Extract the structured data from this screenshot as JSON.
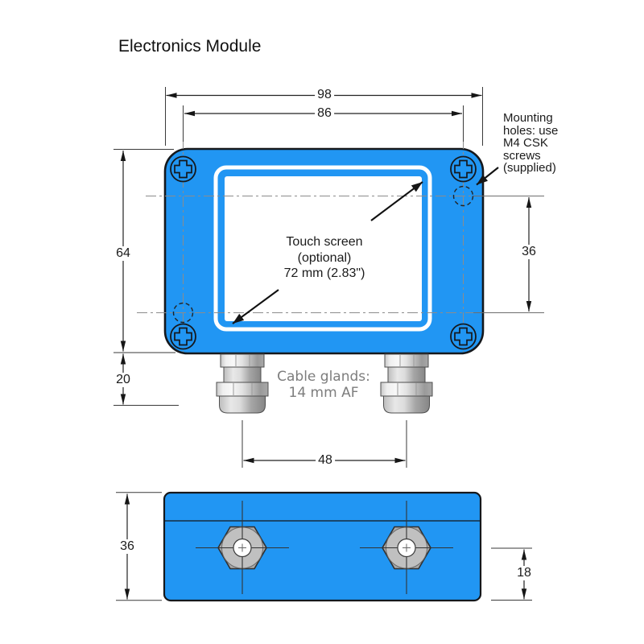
{
  "title": "Electronics Module",
  "colors": {
    "module_blue": "#2196F3",
    "outline": "#15181c",
    "dim_line": "#222222",
    "centerline": "#8c8c8c",
    "note_gray": "#7d7d7d"
  },
  "front_view": {
    "dims": {
      "overall_width": "98",
      "hole_spacing_h": "86",
      "overall_height": "64",
      "gland_projection": "20",
      "hole_spacing_v": "36",
      "gland_spacing": "48"
    },
    "mounting_note_lines": [
      "Mounting",
      "holes: use",
      "M4 CSK",
      "screws",
      "(supplied)"
    ],
    "touch_note_lines": [
      "Touch screen",
      "(optional)",
      "72 mm (2.83\")"
    ],
    "cable_note_lines": [
      "Cable glands:",
      "14 mm AF"
    ]
  },
  "bottom_view": {
    "dims": {
      "depth": "36",
      "gland_offset": "18"
    }
  }
}
